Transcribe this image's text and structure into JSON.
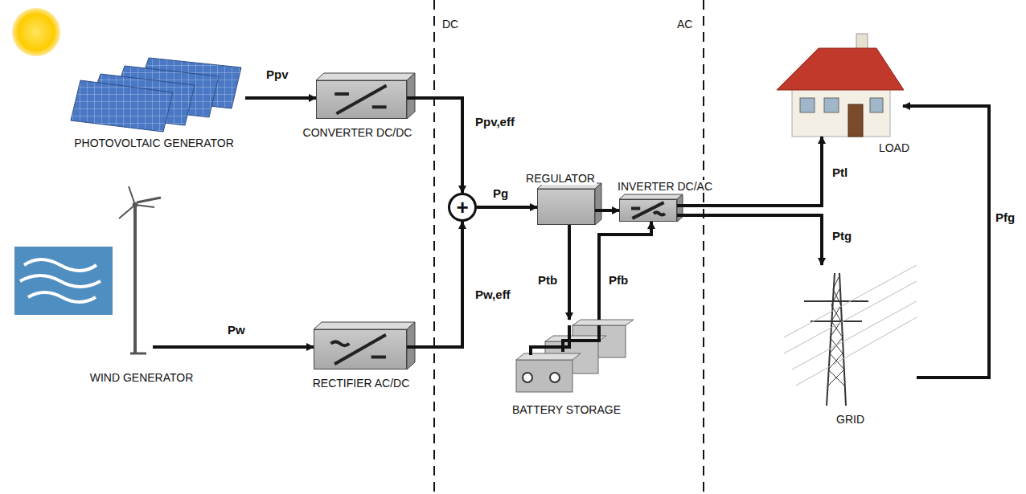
{
  "diagram": {
    "nodes": [
      {
        "text": [
          "PHOTOVOLTAIC GENERATOR"
        ]
      },
      {
        "text": [
          "CONVERTER DC/DC"
        ]
      },
      {
        "text": [
          "+"
        ]
      },
      {
        "text": [
          "REGULATOR"
        ]
      },
      {
        "text": [
          "INVERTER DC/AC"
        ]
      },
      {
        "text": [
          "LOAD"
        ]
      },
      {
        "text": [
          "WIND GENERATOR"
        ]
      },
      {
        "text": [
          "RECTIFIER AC/DC"
        ]
      },
      {
        "text": [
          "BATTERY STORAGE"
        ]
      },
      {
        "text": [
          "GRID"
        ]
      }
    ],
    "edges": [
      {
        "from": 0,
        "to": 1,
        "label": "Ppv",
        "arrow": "to"
      },
      {
        "from": 1,
        "to": 2,
        "label": "Ppv,eff",
        "arrow": "to"
      },
      {
        "from": 6,
        "to": 7,
        "label": "Pw",
        "arrow": "to"
      },
      {
        "from": 7,
        "to": 2,
        "label": "Pw,eff",
        "arrow": "to"
      },
      {
        "from": 2,
        "to": 3,
        "label": "Pg",
        "arrow": "to"
      },
      {
        "from": 3,
        "to": 4,
        "arrow": "to"
      },
      {
        "from": 3,
        "to": 8,
        "label": "Ptb",
        "arrow": "to"
      },
      {
        "from": 8,
        "to": 4,
        "label": "Pfb",
        "arrow": "to"
      },
      {
        "from": 4,
        "to": 5,
        "label": "Ptl",
        "arrow": "to"
      },
      {
        "from": 4,
        "to": 9,
        "label": "Ptg",
        "arrow": "to"
      },
      {
        "from": 9,
        "to": 5,
        "label": "Pfg",
        "arrow": "to"
      }
    ],
    "labels": [
      "DC",
      "AC"
    ]
  }
}
